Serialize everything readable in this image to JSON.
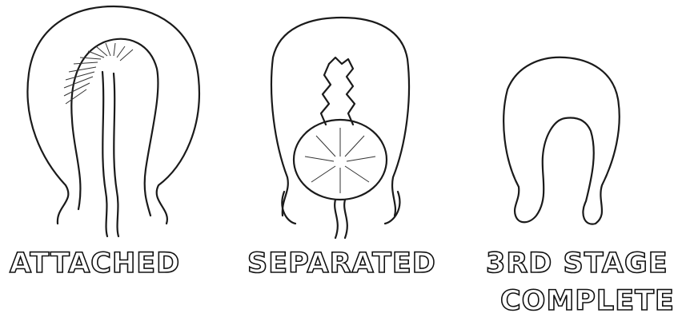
{
  "stages": [
    {
      "label": "ATTACHED"
    },
    {
      "label": "SEPARATED"
    },
    {
      "label": "3RD STAGE",
      "label2": "COMPLETE"
    }
  ]
}
